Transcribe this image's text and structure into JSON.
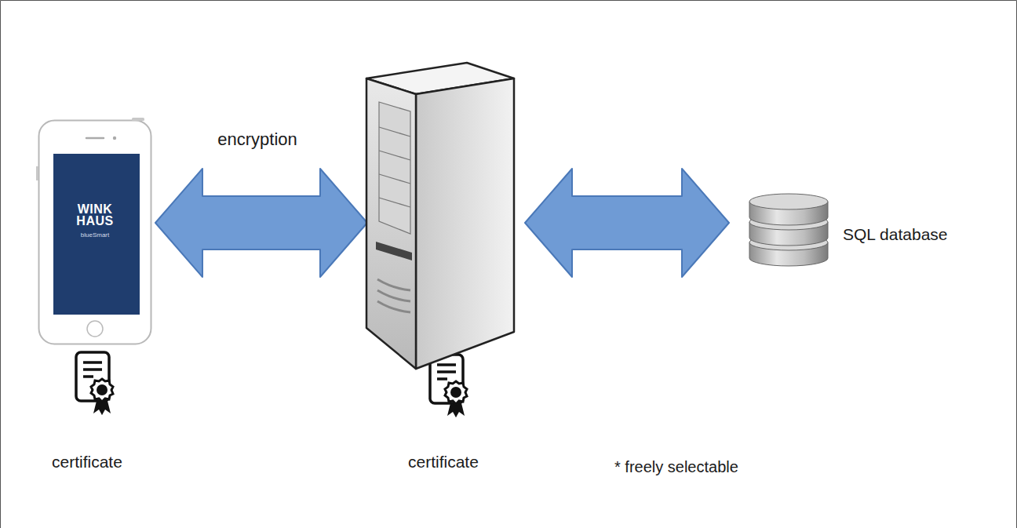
{
  "diagram": {
    "nodes": [
      {
        "text": [
          "WINK HAUS",
          "blueSmart",
          "certificate"
        ]
      },
      {
        "text": [
          "certificate"
        ]
      },
      {
        "text": [
          "SQL database"
        ]
      }
    ],
    "edges": [
      {
        "from": 0,
        "to": 1,
        "arrow": "both",
        "label": "encryption"
      },
      {
        "from": 1,
        "to": 2,
        "arrow": "both"
      }
    ],
    "labels": [
      "* freely selectable"
    ]
  }
}
